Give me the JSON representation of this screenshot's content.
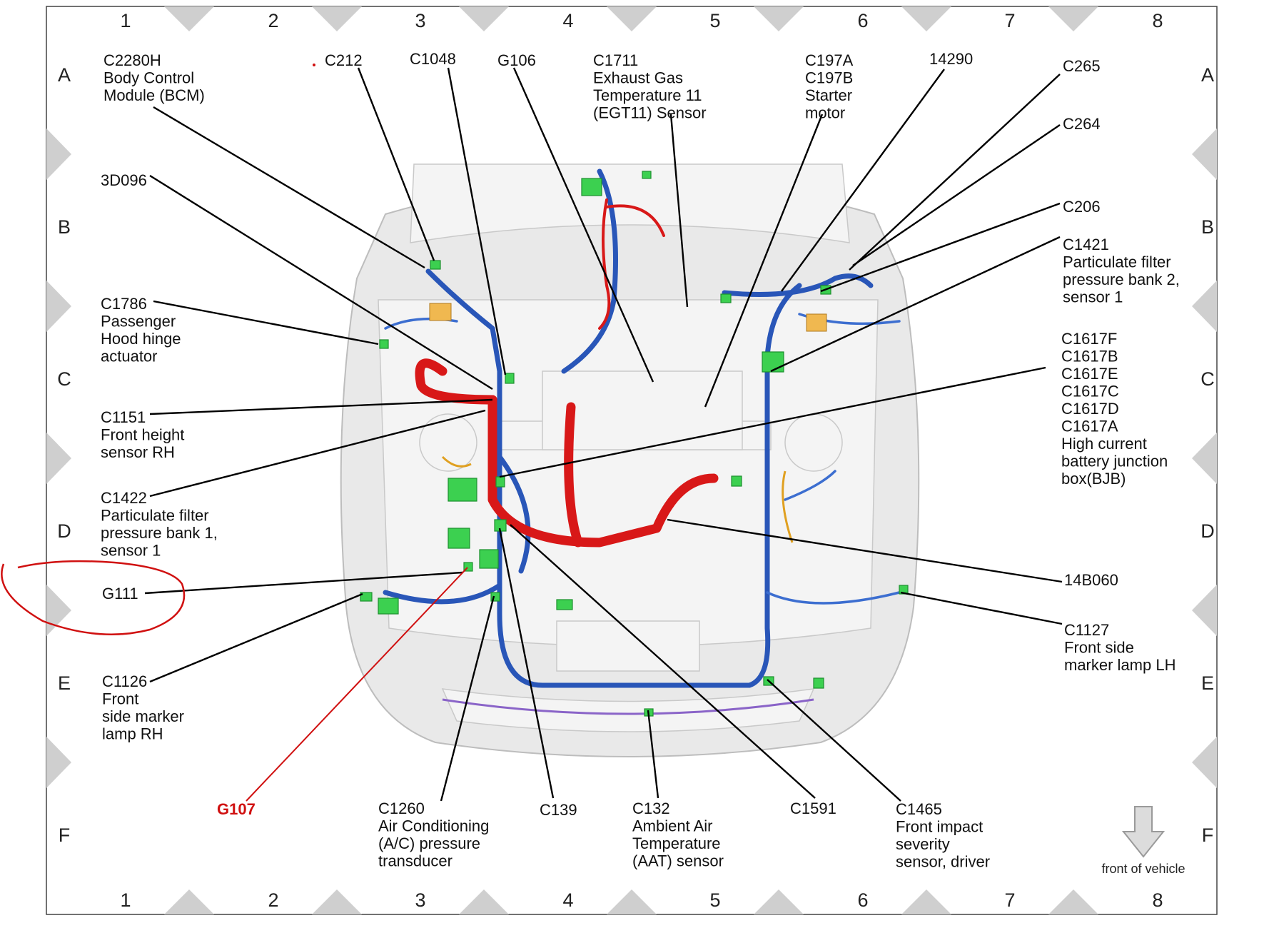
{
  "grid": {
    "columns": [
      "1",
      "2",
      "3",
      "4",
      "5",
      "6",
      "7",
      "8"
    ],
    "rows": [
      "A",
      "B",
      "C",
      "D",
      "E",
      "F"
    ]
  },
  "labels": [
    {
      "id": "c2280h",
      "lines": [
        "C2280H",
        "Body Control",
        "Module (BCM)"
      ]
    },
    {
      "id": "c212",
      "lines": [
        "C212"
      ]
    },
    {
      "id": "c1048",
      "lines": [
        "C1048"
      ]
    },
    {
      "id": "g106",
      "lines": [
        "G106"
      ]
    },
    {
      "id": "c1711",
      "lines": [
        "C1711",
        "Exhaust Gas",
        "Temperature 11",
        "(EGT11) Sensor"
      ]
    },
    {
      "id": "c197",
      "lines": [
        "C197A",
        "C197B",
        "Starter",
        "motor"
      ]
    },
    {
      "id": "n14290",
      "lines": [
        "14290"
      ]
    },
    {
      "id": "c265",
      "lines": [
        "C265"
      ]
    },
    {
      "id": "c264",
      "lines": [
        "C264"
      ]
    },
    {
      "id": "n3d096",
      "lines": [
        "3D096"
      ]
    },
    {
      "id": "c206",
      "lines": [
        "C206"
      ]
    },
    {
      "id": "c1421",
      "lines": [
        "C1421",
        "Particulate filter",
        "pressure bank 2,",
        "sensor 1"
      ]
    },
    {
      "id": "c1786",
      "lines": [
        "C1786",
        "Passenger",
        "Hood hinge",
        "actuator"
      ]
    },
    {
      "id": "c1617",
      "lines": [
        "C1617F",
        "C1617B",
        "C1617E",
        "C1617C",
        "C1617D",
        "C1617A",
        "High current",
        "battery junction",
        "box(BJB)"
      ]
    },
    {
      "id": "c1151",
      "lines": [
        "C1151",
        "Front height",
        "sensor RH"
      ]
    },
    {
      "id": "c1422",
      "lines": [
        "C1422",
        "Particulate filter",
        "pressure bank 1,",
        "sensor 1"
      ]
    },
    {
      "id": "n14b060",
      "lines": [
        "14B060"
      ]
    },
    {
      "id": "g111",
      "lines": [
        "G111"
      ]
    },
    {
      "id": "c1127",
      "lines": [
        "C1127",
        "Front side",
        "marker lamp LH"
      ]
    },
    {
      "id": "c1126",
      "lines": [
        "C1126",
        "Front",
        "side marker",
        "lamp RH"
      ]
    },
    {
      "id": "g107",
      "lines": [
        "G107"
      ],
      "color": "#d01010"
    },
    {
      "id": "c1260",
      "lines": [
        "C1260",
        "Air Conditioning",
        "(A/C) pressure",
        "transducer"
      ]
    },
    {
      "id": "c139",
      "lines": [
        "C139"
      ]
    },
    {
      "id": "c132",
      "lines": [
        "C132",
        "Ambient Air",
        "Temperature",
        "(AAT) sensor"
      ]
    },
    {
      "id": "c1591",
      "lines": [
        "C1591"
      ]
    },
    {
      "id": "c1465",
      "lines": [
        "C1465",
        "Front impact",
        "severity",
        "sensor, driver"
      ]
    }
  ],
  "front_of_vehicle": "front of vehicle",
  "colors": {
    "harness_main": "#2956b8",
    "harness_power": "#d81818",
    "connector": "#3cd050",
    "annotation": "#d01010"
  }
}
